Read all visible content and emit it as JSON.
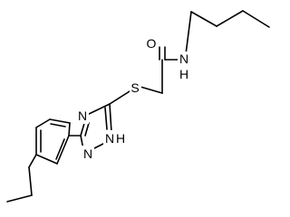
{
  "molecule": {
    "atom_labels": {
      "oxygen": "O",
      "amide_nitrogen": "N",
      "amide_hydrogen": "H",
      "sulfur": "S",
      "triazole_n4": "N",
      "triazole_n1h": "N",
      "triazole_h": "H",
      "triazole_n2": "N"
    },
    "colors": {
      "bond": "#000000",
      "label": "#000000",
      "background": "#ffffff"
    }
  }
}
